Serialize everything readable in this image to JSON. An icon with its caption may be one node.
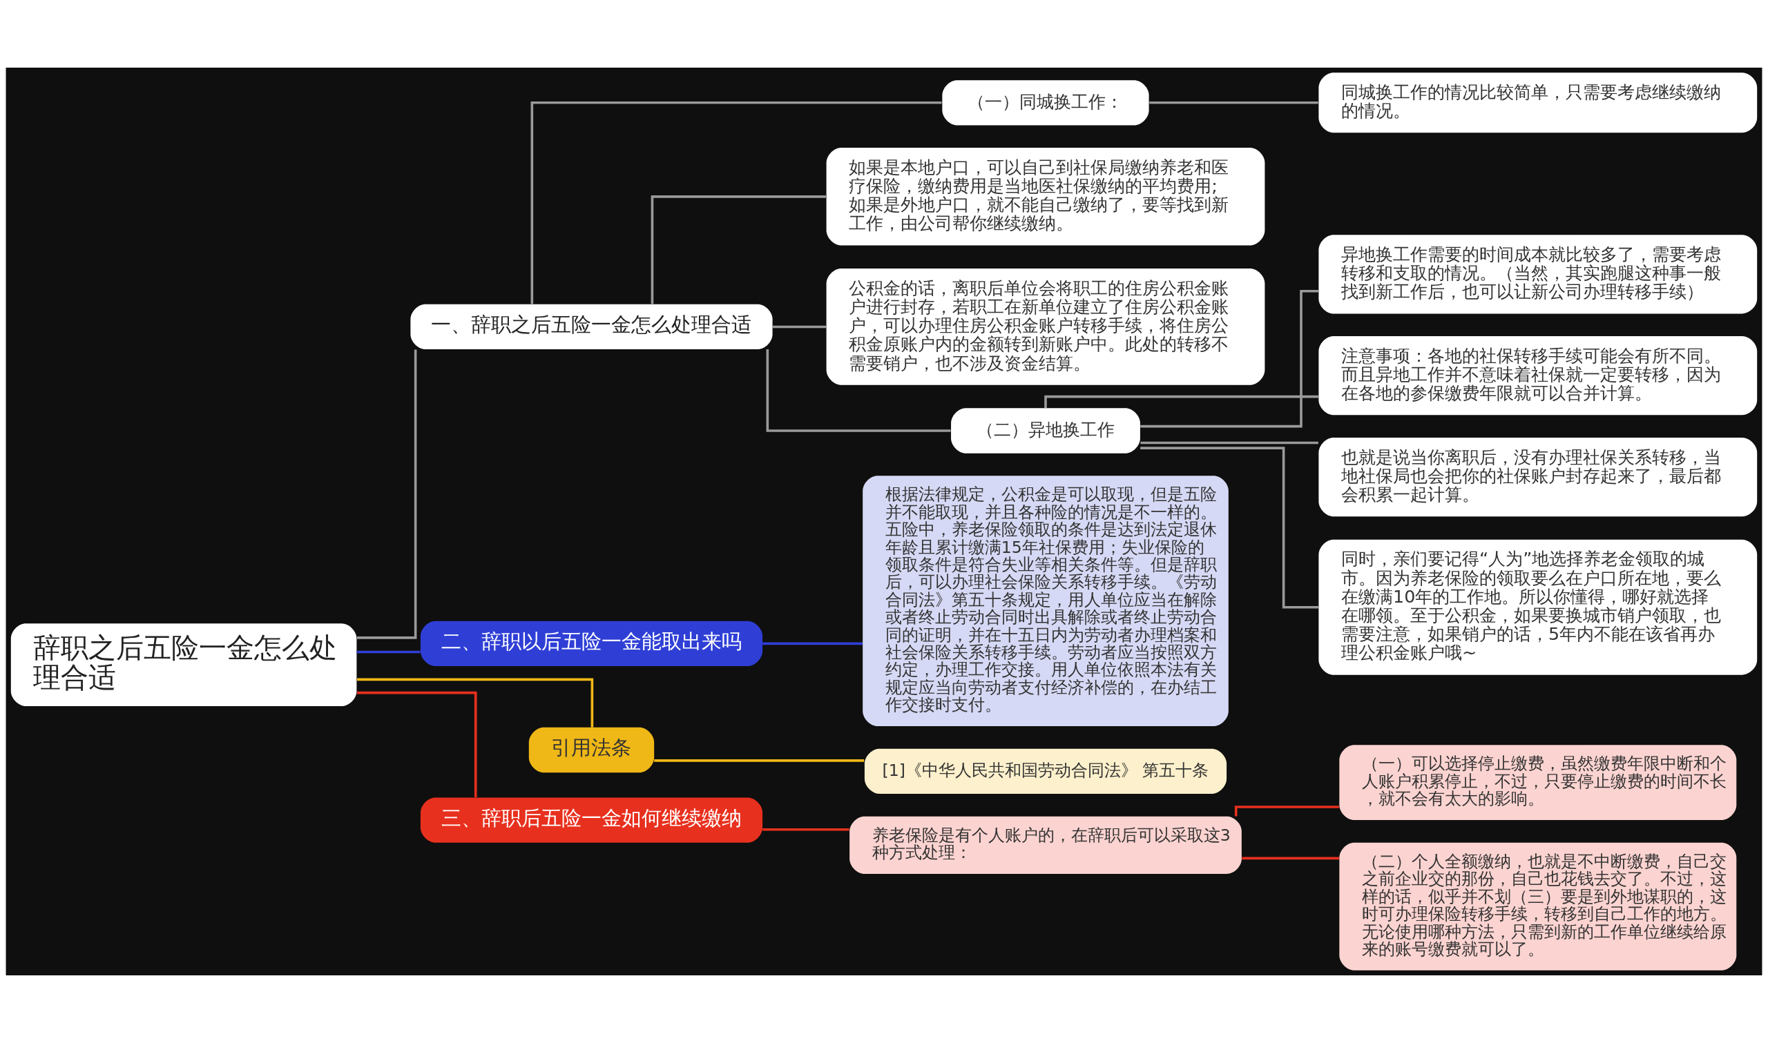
{
  "diagram": {
    "nodes": [
      {
        "text": [
          "辞职之后五险一金怎么处理合适"
        ]
      },
      {
        "text": [
          "一、辞职之后五险一金怎么处理合适"
        ]
      },
      {
        "text": [
          "（一）同城换工作："
        ]
      },
      {
        "text": [
          "同城换工作的情况比较简单，只需要考虑继续缴纳的情况。"
        ]
      },
      {
        "text": [
          "如果是本地户口，可以自己到社保局缴纳养老和医疗保险，缴纳费用是当地医社保缴纳的平均费用;如果是外地户口，就不能自己缴纳了，要等找到新工作，由公司帮你继续缴纳。"
        ]
      },
      {
        "text": [
          "公积金的话，离职后单位会将职工的住房公积金账户进行封存，若职工在新单位建立了住房公积金账户，可以办理住房公积金账户转移手续，将住房公积金原账户内的金额转到新账户中。此处的转移不需要销户，也不涉及资金结算。"
        ]
      },
      {
        "text": [
          "（二）异地换工作"
        ]
      },
      {
        "text": [
          "异地换工作需要的时间成本就比较多了，需要考虑转移和支取的情况。（当然，其实跑腿这种事一般找到新工作后，也可以让新公司办理转移手续）"
        ]
      },
      {
        "text": [
          "注意事项：各地的社保转移手续可能会有所不同。而且异地工作并不意味着社保就一定要转移，因为在各地的参保缴费年限就可以合并计算。"
        ]
      },
      {
        "text": [
          "也就是说当你离职后，没有办理社保关系转移，当地社保局也会把你的社保账户封存起来了，最后都会积累一起计算。"
        ]
      },
      {
        "text": [
          "同时，亲们要记得“人为”地选择养老金领取的城市。因为养老保险的领取要么在户口所在地，要么在缴满10年的工作地。所以你懂得，哪好就选择在哪领。至于公积金，如果要换城市销户领取，也需要注意，如果销户的话，5年内不能在该省再办理公积金账户哦~"
        ]
      },
      {
        "text": [
          "二、辞职以后五险一金能取出来吗"
        ]
      },
      {
        "text": [
          "根据法律规定，公积金是可以取现，但是五险并不能取现，并且各种险的情况是不一样的。五险中，养老保险领取的条件是达到法定退休年龄且累计缴满15年社保费用；失业保险的领取条件是符合失业等相关条件等。但是辞职后，可以办理社会保险关系转移手续。《劳动合同法》第五十条规定，用人单位应当在解除或者终止劳动合同时出具解除或者终止劳动合同的证明，并在十五日内为劳动者办理档案和社会保险关系转移手续。劳动者应当按照双方约定，办理工作交接。用人单位依照本法有关规定应当向劳动者支付经济补偿的，在办结工作交接时支付。"
        ]
      },
      {
        "text": [
          "引用法条"
        ]
      },
      {
        "text": [
          "[1]《中华人民共和国劳动合同法》 第五十条"
        ]
      },
      {
        "text": [
          "三、辞职后五险一金如何继续缴纳"
        ]
      },
      {
        "text": [
          "养老保险是有个人账户的，在辞职后可以采取这3种方式处理："
        ]
      },
      {
        "text": [
          "（一）可以选择停止缴费，虽然缴费年限中断和个人账户积累停止，不过，只要停止缴费的时间不长，就不会有太大的影响。"
        ]
      },
      {
        "text": [
          "（二）个人全额缴纳，也就是不中断缴费，自己交之前企业交的那份，自己也花钱去交了。不过，这样的话，似乎并不划（三）要是到外地谋职的，这时可办理保险转移手续，转移到自己工作的地方。无论使用哪种方法，只需到新的工作单位继续给原来的账号缴费就可以了。"
        ]
      }
    ],
    "edges": [
      {
        "from": 0,
        "to": 1,
        "arrow": "none"
      },
      {
        "from": 1,
        "to": 2,
        "arrow": "none"
      },
      {
        "from": 2,
        "to": 3,
        "arrow": "none"
      },
      {
        "from": 1,
        "to": 4,
        "arrow": "none"
      },
      {
        "from": 1,
        "to": 5,
        "arrow": "none"
      },
      {
        "from": 1,
        "to": 6,
        "arrow": "none"
      },
      {
        "from": 6,
        "to": 7,
        "arrow": "none"
      },
      {
        "from": 6,
        "to": 8,
        "arrow": "none"
      },
      {
        "from": 6,
        "to": 9,
        "arrow": "none"
      },
      {
        "from": 6,
        "to": 10,
        "arrow": "none"
      },
      {
        "from": 0,
        "to": 11,
        "arrow": "none",
        "color": "#2f3fd6"
      },
      {
        "from": 11,
        "to": 12,
        "arrow": "none",
        "color": "#2f3fd6"
      },
      {
        "from": 0,
        "to": 13,
        "arrow": "none",
        "color": "#f0b816"
      },
      {
        "from": 13,
        "to": 14,
        "arrow": "none",
        "color": "#f0b816"
      },
      {
        "from": 0,
        "to": 15,
        "arrow": "none",
        "color": "#e8301e"
      },
      {
        "from": 15,
        "to": 16,
        "arrow": "none",
        "color": "#e8301e"
      },
      {
        "from": 16,
        "to": 17,
        "arrow": "none",
        "color": "#e8301e"
      },
      {
        "from": 16,
        "to": 18,
        "arrow": "none",
        "color": "#e8301e"
      }
    ]
  }
}
